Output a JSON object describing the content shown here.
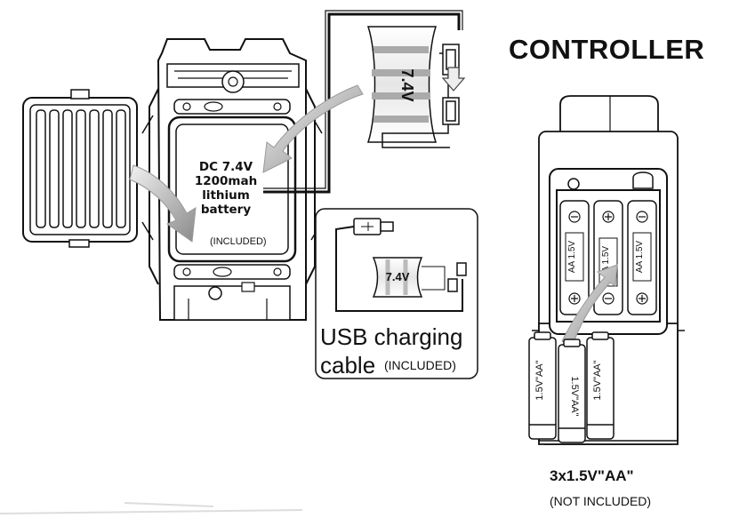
{
  "controller_title": "CONTROLLER",
  "car_battery": {
    "spec_lines": [
      "DC 7.4V",
      "1200mah",
      "lithium",
      "battery"
    ],
    "included_note": "(INCLUDED)",
    "pack_label": "7.4V"
  },
  "usb_cable": {
    "title_line1": "USB charging",
    "title_line2": "cable",
    "included_note": "(INCLUDED)",
    "pack_label": "7.4V"
  },
  "controller_batteries": {
    "slot_label": "AA 1.5V",
    "cell_label": "1.5V\"AA\"",
    "count_label": "3x1.5V\"AA\"",
    "note": "(NOT INCLUDED)"
  }
}
